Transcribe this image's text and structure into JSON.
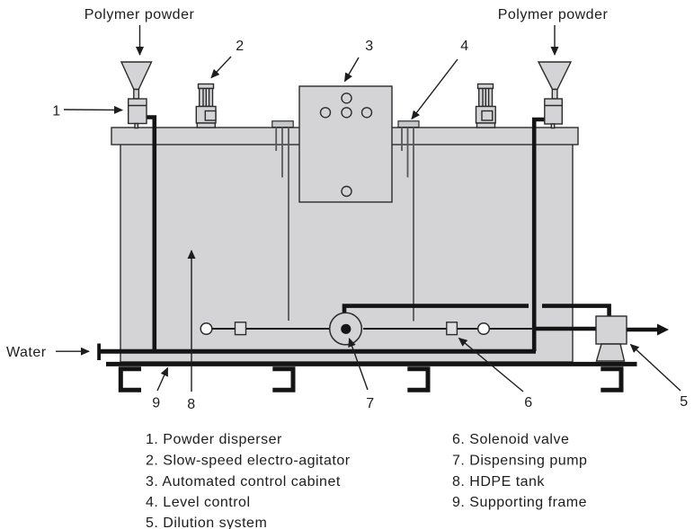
{
  "labels": {
    "polymer_powder_left": "Polymer powder",
    "polymer_powder_right": "Polymer powder",
    "water": "Water"
  },
  "callouts": {
    "c1": "1",
    "c2": "2",
    "c3": "3",
    "c4": "4",
    "c5": "5",
    "c6": "6",
    "c7": "7",
    "c8": "8",
    "c9": "9"
  },
  "legend": {
    "left": [
      "1. Powder disperser",
      "2. Slow-speed electro-agitator",
      "3. Automated control cabinet",
      "4. Level control",
      "5. Dilution system"
    ],
    "right": [
      "6. Solenoid valve",
      "7. Dispensing pump",
      "8. HDPE tank",
      "9. Supporting frame"
    ]
  },
  "colors": {
    "equipment_fill": "#d4d4d6",
    "outline": "#2b2b2b",
    "pipe": "#141414",
    "text": "#1d1d1f",
    "background": "#ffffff"
  }
}
